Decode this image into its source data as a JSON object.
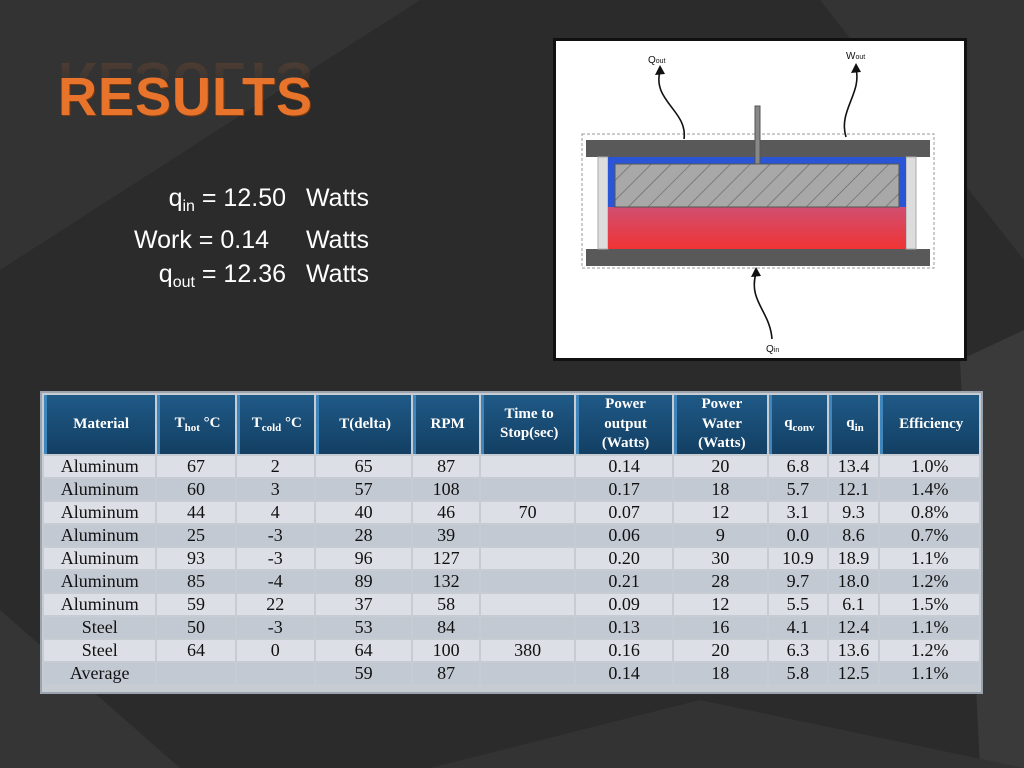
{
  "slide": {
    "title": "RESULTS"
  },
  "equations": [
    {
      "symbol": "q",
      "sub": "in",
      "rhs": "= 12.50",
      "unit": "Watts"
    },
    {
      "label": "Work",
      "rhs": "= 0.14",
      "unit": "Watts"
    },
    {
      "symbol": "q",
      "sub": "out",
      "rhs": "= 12.36",
      "unit": "Watts"
    }
  ],
  "diagram": {
    "q_out": {
      "q": "Q",
      "sub": "out"
    },
    "w_out": {
      "w": "W",
      "sub": "out"
    },
    "q_in": {
      "q": "Q",
      "sub": "in"
    },
    "colors": {
      "hot": "#f03a3a",
      "cold": "#2a55d6",
      "plate": "#555555"
    }
  },
  "table": {
    "headers": {
      "material": "Material",
      "thot": {
        "t": "T",
        "sub": "hot",
        "unit": " °C"
      },
      "tcold": {
        "t": "T",
        "sub": "cold",
        "unit": " °C"
      },
      "tdelta": "T(delta)",
      "rpm": "RPM",
      "time_l1": "Time to",
      "time_l2": "Stop(sec)",
      "pout_l1": "Power",
      "pout_l2": "output",
      "pout_l3": "(Watts)",
      "pw_l1": "Power",
      "pw_l2": "Water",
      "pw_l3": "(Watts)",
      "qconv": {
        "q": "q",
        "sub": "conv"
      },
      "qin": {
        "q": "q",
        "sub": "in"
      },
      "efficiency": "Efficiency"
    },
    "rows": [
      [
        "Aluminum",
        "67",
        "2",
        "65",
        "87",
        "",
        "0.14",
        "20",
        "6.8",
        "13.4",
        "1.0%"
      ],
      [
        "Aluminum",
        "60",
        "3",
        "57",
        "108",
        "",
        "0.17",
        "18",
        "5.7",
        "12.1",
        "1.4%"
      ],
      [
        "Aluminum",
        "44",
        "4",
        "40",
        "46",
        "70",
        "0.07",
        "12",
        "3.1",
        "9.3",
        "0.8%"
      ],
      [
        "Aluminum",
        "25",
        "-3",
        "28",
        "39",
        "",
        "0.06",
        "9",
        "0.0",
        "8.6",
        "0.7%"
      ],
      [
        "Aluminum",
        "93",
        "-3",
        "96",
        "127",
        "",
        "0.20",
        "30",
        "10.9",
        "18.9",
        "1.1%"
      ],
      [
        "Aluminum",
        "85",
        "-4",
        "89",
        "132",
        "",
        "0.21",
        "28",
        "9.7",
        "18.0",
        "1.2%"
      ],
      [
        "Aluminum",
        "59",
        "22",
        "37",
        "58",
        "",
        "0.09",
        "12",
        "5.5",
        "6.1",
        "1.5%"
      ],
      [
        "Steel",
        "50",
        "-3",
        "53",
        "84",
        "",
        "0.13",
        "16",
        "4.1",
        "12.4",
        "1.1%"
      ],
      [
        "Steel",
        "64",
        "0",
        "64",
        "100",
        "380",
        "0.16",
        "20",
        "6.3",
        "13.6",
        "1.2%"
      ],
      [
        "Average",
        "",
        "",
        "59",
        "87",
        "",
        "0.14",
        "18",
        "5.8",
        "12.5",
        "1.1%"
      ]
    ]
  }
}
